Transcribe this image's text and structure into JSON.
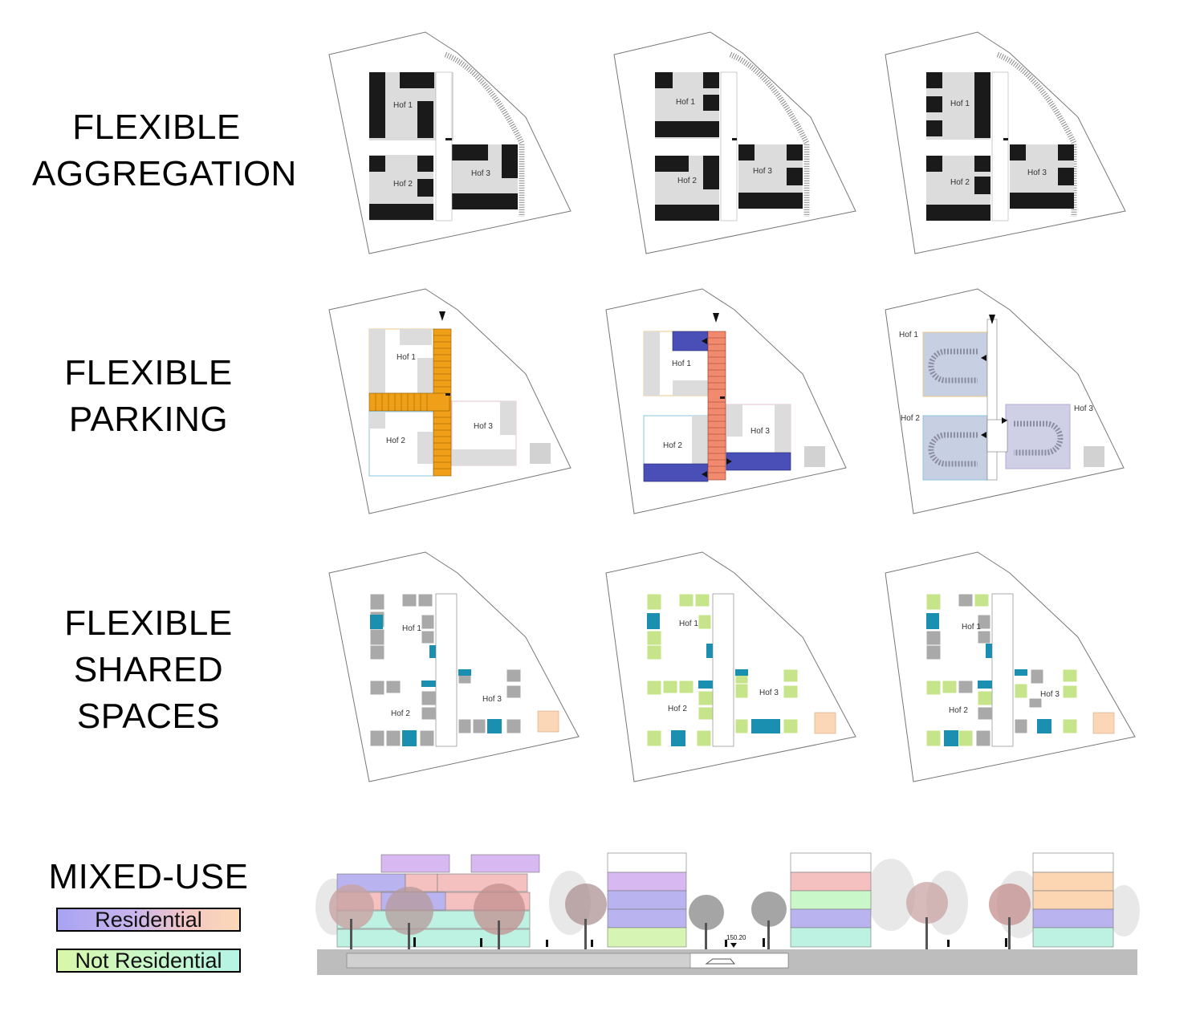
{
  "rows": {
    "aggregation": {
      "line1": "FLEXIBLE",
      "line2": "AGGREGATION"
    },
    "parking": {
      "line1": "FLEXIBLE",
      "line2": "PARKING"
    },
    "shared": {
      "line1": "FLEXIBLE",
      "line2": "SHARED",
      "line3": "SPACES"
    },
    "mixed": {
      "title": "MIXED-USE"
    }
  },
  "courtyards": {
    "hof1": "Hof 1",
    "hof2": "Hof 2",
    "hof3": "Hof 3"
  },
  "legend": {
    "residential": "Residential",
    "not_residential": "Not Residential"
  },
  "section": {
    "elevation_label": "150.20"
  },
  "colors": {
    "building_black": "#1a1a1a",
    "court_grey": "#dcdcdc",
    "parking_orange": "#f0a018",
    "parking_salmon": "#f28a70",
    "parking_blue": "#4a4fb8",
    "parking_grey_blue": "#c7d0e2",
    "shared_grey": "#a9a9a9",
    "shared_green": "#c6e48a",
    "shared_teal": "#1a8fb0",
    "square_peach": "#fbd7b8",
    "residential_purple": "#b9b3f0",
    "residential_pink": "#f4c0c0",
    "residential_orange": "#fcd6b2",
    "nonres_green": "#d6f5b4",
    "nonres_teal": "#bdf1e2",
    "ground": "#bdbdbd"
  }
}
